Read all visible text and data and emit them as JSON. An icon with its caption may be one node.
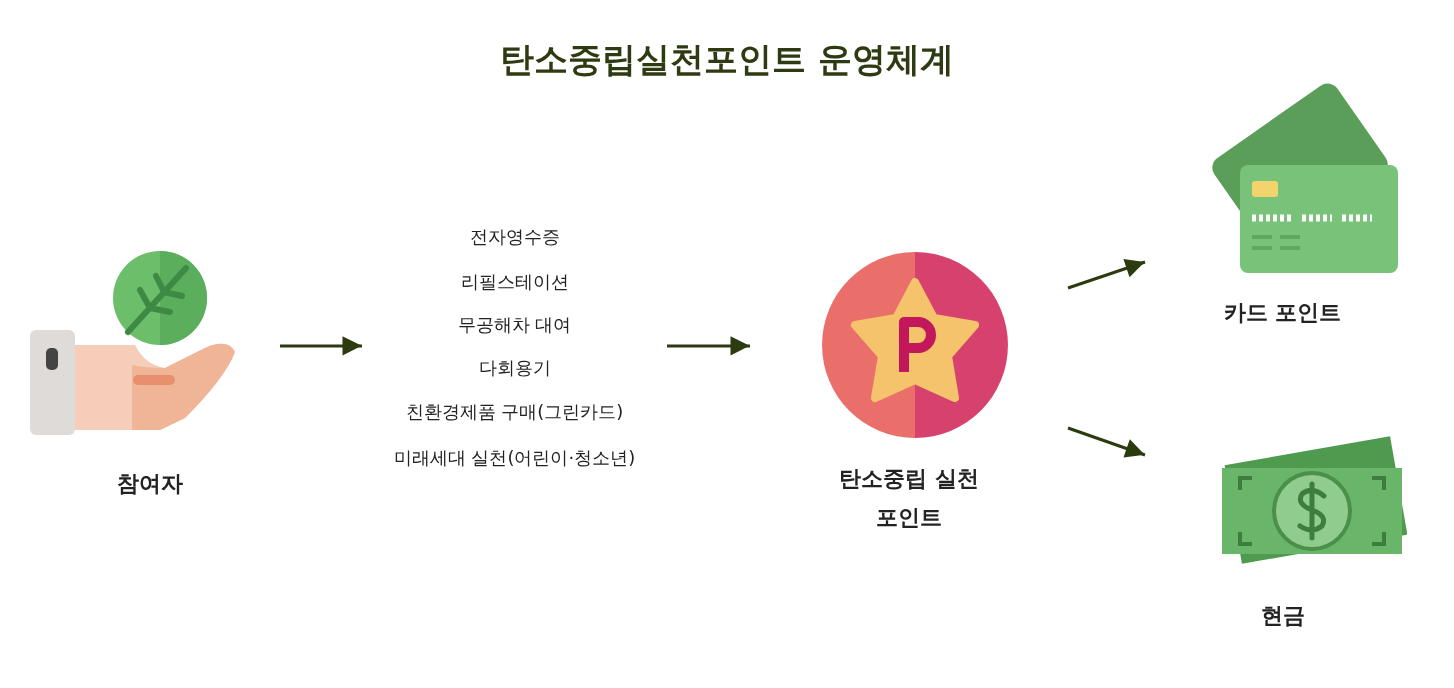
{
  "diagram": {
    "title": "탄소중립실천포인트 운영체계",
    "nodes": [
      {
        "text": [
          "참여자"
        ]
      },
      {
        "text": [
          "전자영수증",
          "리필스테이션",
          "무공해차 대여",
          "다회용기",
          "친환경제품 구매(그린카드)",
          "미래세대 실천(어린이·청소년)"
        ]
      },
      {
        "text": [
          "탄소중립 실천포인트"
        ]
      },
      {
        "text": [
          "카드 포인트"
        ]
      },
      {
        "text": [
          "현금"
        ]
      }
    ],
    "edges": [
      {
        "from": 0,
        "to": 1,
        "arrow": "to"
      },
      {
        "from": 1,
        "to": 2,
        "arrow": "to"
      },
      {
        "from": 2,
        "to": 3,
        "arrow": "to"
      },
      {
        "from": 2,
        "to": 4,
        "arrow": "to"
      }
    ]
  }
}
